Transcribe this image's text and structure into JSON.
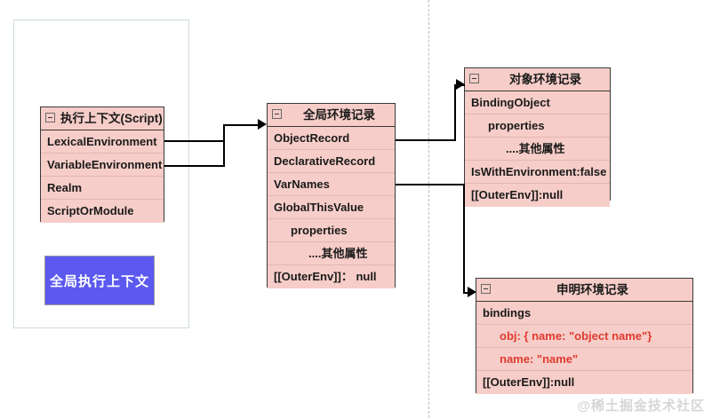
{
  "diagram": {
    "title": "JavaScript Global Execution Context / Environment Records",
    "watermark": "@稀土掘金技术社区",
    "accent_box_fill": "#f6cdc8",
    "accent_box_border": "#3a3a3a",
    "highlight_text_color": "#e03a2f",
    "blue_block_color": "#5b59f0",
    "frame_color": "#cfdedb"
  },
  "blue_block": {
    "label": "全局执行上下文"
  },
  "boxes": {
    "execution_context": {
      "title": "执行上下文(Script)",
      "collapse_icon": "minus-square-icon",
      "rows": [
        "LexicalEnvironment",
        "VariableEnvironment",
        "Realm",
        "ScriptOrModule"
      ]
    },
    "global_env_record": {
      "title": "全局环境记录",
      "collapse_icon": "minus-square-icon",
      "rows": [
        "ObjectRecord",
        "DeclarativeRecord",
        "VarNames",
        "GlobalThisValue",
        "properties",
        "....其他属性",
        "[[OuterEnv]]： null"
      ]
    },
    "object_env_record": {
      "title": "对象环境记录",
      "collapse_icon": "minus-square-icon",
      "rows": [
        "BindingObject",
        "properties",
        "....其他属性",
        "IsWithEnvironment:false",
        "[[OuterEnv]]:null"
      ]
    },
    "declarative_env_record": {
      "title": "申明环境记录",
      "collapse_icon": "minus-square-icon",
      "rows": [
        "bindings",
        "obj: { name: \"object name\"}",
        "name: \"name\"",
        "[[OuterEnv]]:null"
      ]
    }
  }
}
